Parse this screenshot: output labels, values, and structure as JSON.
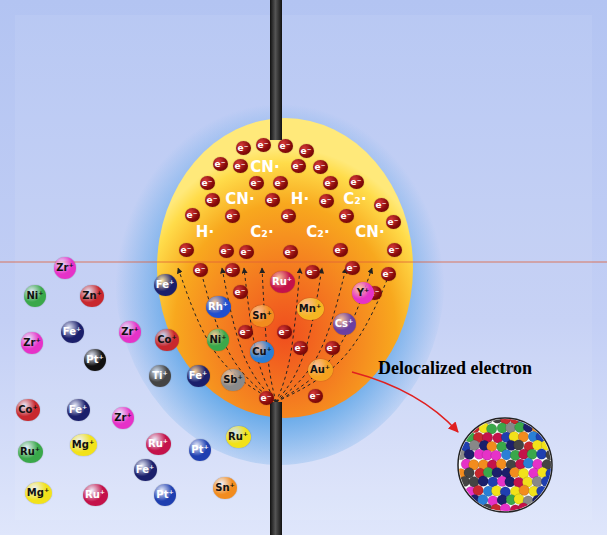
{
  "diagram": {
    "nodes": [
      {
        "text": [
          "e⁻"
        ]
      },
      {
        "text": [
          "e⁻"
        ]
      },
      {
        "text": [
          "e⁻"
        ]
      },
      {
        "text": [
          "e⁻"
        ]
      },
      {
        "text": [
          "e⁻"
        ]
      },
      {
        "text": [
          "e⁻"
        ]
      },
      {
        "text": [
          "e⁻"
        ]
      },
      {
        "text": [
          "e⁻"
        ]
      },
      {
        "text": [
          "e⁻"
        ]
      },
      {
        "text": [
          "e⁻"
        ]
      },
      {
        "text": [
          "e⁻"
        ]
      },
      {
        "text": [
          "e⁻"
        ]
      },
      {
        "text": [
          "e⁻"
        ]
      },
      {
        "text": [
          "e⁻"
        ]
      },
      {
        "text": [
          "e⁻"
        ]
      },
      {
        "text": [
          "e⁻"
        ]
      },
      {
        "text": [
          "e⁻"
        ]
      },
      {
        "text": [
          "e⁻"
        ]
      },
      {
        "text": [
          "e⁻"
        ]
      },
      {
        "text": [
          "e⁻"
        ]
      },
      {
        "text": [
          "e⁻"
        ]
      },
      {
        "text": [
          "e⁻"
        ]
      },
      {
        "text": [
          "e⁻"
        ]
      },
      {
        "text": [
          "e⁻"
        ]
      },
      {
        "text": [
          "e⁻"
        ]
      },
      {
        "text": [
          "e⁻"
        ]
      },
      {
        "text": [
          "e⁻"
        ]
      },
      {
        "text": [
          "e⁻"
        ]
      },
      {
        "text": [
          "e⁻"
        ]
      },
      {
        "text": [
          "e⁻"
        ]
      },
      {
        "text": [
          "e⁻"
        ]
      },
      {
        "text": [
          "e⁻"
        ]
      },
      {
        "text": [
          "e⁻"
        ]
      },
      {
        "text": [
          "e⁻"
        ]
      },
      {
        "text": [
          "e⁻"
        ]
      },
      {
        "text": [
          "e⁻"
        ]
      },
      {
        "text": [
          "e⁻"
        ]
      },
      {
        "text": [
          "e⁻"
        ]
      },
      {
        "text": [
          "e⁻"
        ]
      },
      {
        "text": [
          "e⁻"
        ]
      },
      {
        "text": [
          "e⁻"
        ]
      },
      {
        "text": [
          "Zr⁺"
        ]
      },
      {
        "text": [
          "Ni⁺"
        ]
      },
      {
        "text": [
          "Zn⁺"
        ]
      },
      {
        "text": [
          "Fe⁺"
        ]
      },
      {
        "text": [
          "Rh⁺"
        ]
      },
      {
        "text": [
          "Ru⁺"
        ]
      },
      {
        "text": [
          "Y⁺"
        ]
      },
      {
        "text": [
          "Sn⁺"
        ]
      },
      {
        "text": [
          "Mn⁺"
        ]
      },
      {
        "text": [
          "Cs⁺"
        ]
      },
      {
        "text": [
          "Zr⁺"
        ]
      },
      {
        "text": [
          "Fe⁺"
        ]
      },
      {
        "text": [
          "Zr⁺"
        ]
      },
      {
        "text": [
          "Co⁺"
        ]
      },
      {
        "text": [
          "Ni⁺"
        ]
      },
      {
        "text": [
          "Cu⁺"
        ]
      },
      {
        "text": [
          "Pt⁺"
        ]
      },
      {
        "text": [
          "Ti⁺"
        ]
      },
      {
        "text": [
          "Fe⁺"
        ]
      },
      {
        "text": [
          "Sb⁺"
        ]
      },
      {
        "text": [
          "Au⁺"
        ]
      },
      {
        "text": [
          "Co⁺"
        ]
      },
      {
        "text": [
          "Fe⁺"
        ]
      },
      {
        "text": [
          "Zr⁺"
        ]
      },
      {
        "text": [
          "Ru⁺"
        ]
      },
      {
        "text": [
          "Mg⁺"
        ]
      },
      {
        "text": [
          "Ru⁺"
        ]
      },
      {
        "text": [
          "Pt⁺"
        ]
      },
      {
        "text": [
          "Ru⁺"
        ]
      },
      {
        "text": [
          "Fe⁺"
        ]
      },
      {
        "text": [
          "Mg⁺"
        ]
      },
      {
        "text": [
          "Ru⁺"
        ]
      },
      {
        "text": [
          "Pt⁺"
        ]
      },
      {
        "text": [
          "Sn⁺"
        ]
      }
    ],
    "labels": [
      "CN·",
      "CN·",
      "H·",
      "C₂·",
      "H·",
      "C₂·",
      "C₂·",
      "CN·",
      "Delocalized electron"
    ]
  }
}
